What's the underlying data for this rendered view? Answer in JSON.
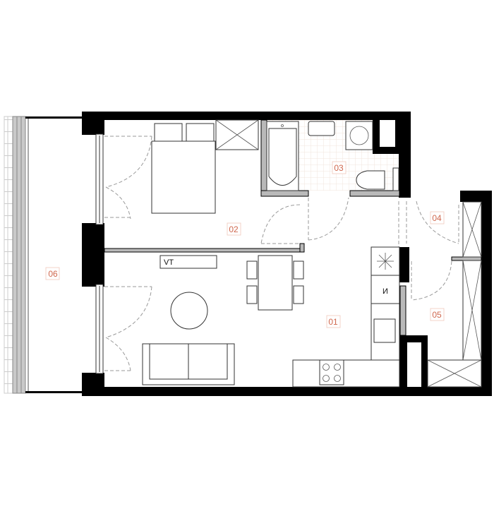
{
  "title": "Apartment floor plan",
  "rooms": [
    {
      "id": "01",
      "label": "01"
    },
    {
      "id": "02",
      "label": "02"
    },
    {
      "id": "03",
      "label": "03"
    },
    {
      "id": "04",
      "label": "04"
    },
    {
      "id": "05",
      "label": "05"
    },
    {
      "id": "06",
      "label": "06"
    }
  ],
  "fixtures": {
    "tv_label": "VT",
    "appliance_symbol": "И"
  },
  "colors": {
    "room_label": "#d0684e",
    "wall": "#000000",
    "partition": "#b9b9b9",
    "tile": "#f3ece6"
  }
}
